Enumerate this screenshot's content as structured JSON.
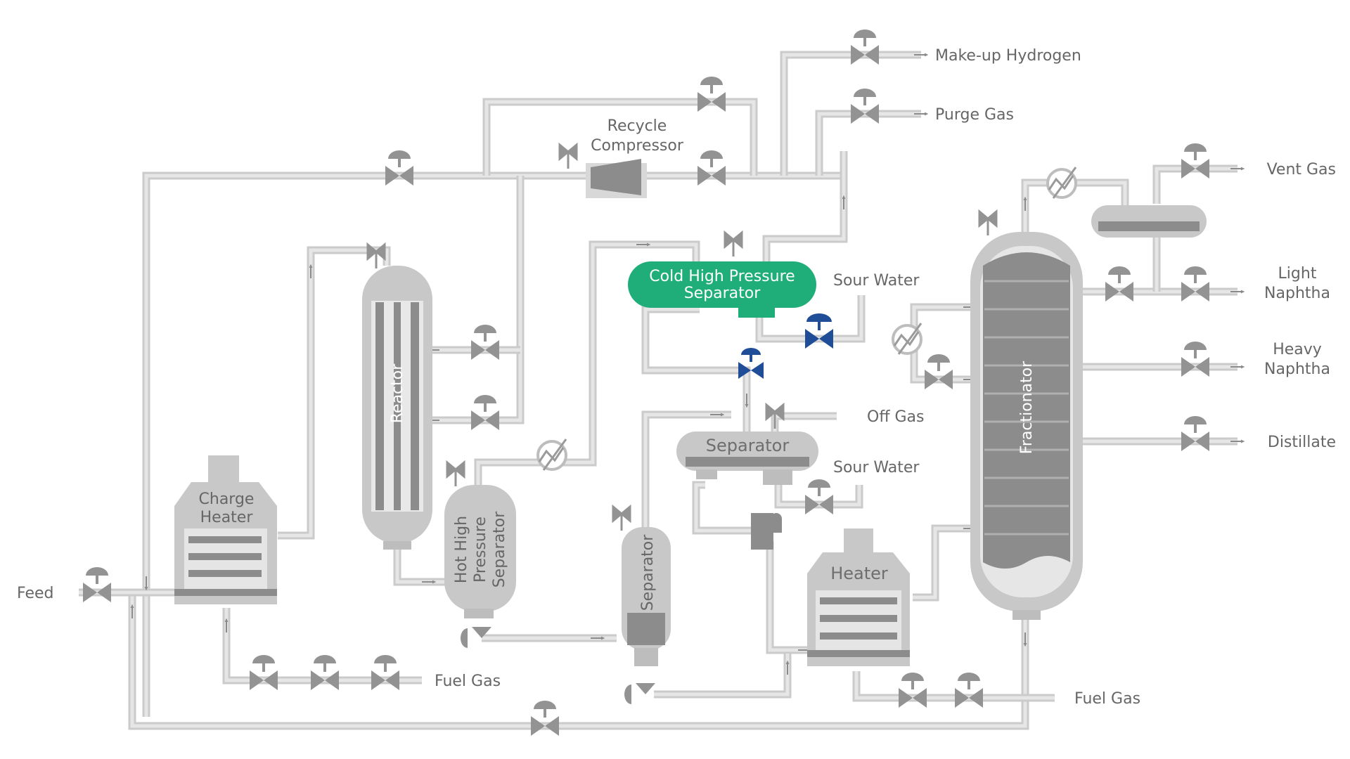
{
  "labels": {
    "makeup_hydrogen": "Make-up Hydrogen",
    "purge_gas": "Purge Gas",
    "recycle_compressor_1": "Recycle",
    "recycle_compressor_2": "Compressor",
    "vent_gas": "Vent Gas",
    "light_naphtha_1": "Light",
    "light_naphtha_2": "Naphtha",
    "heavy_naphtha_1": "Heavy",
    "heavy_naphtha_2": "Naphtha",
    "distillate": "Distillate",
    "sour_water_1": "Sour Water",
    "sour_water_2": "Sour Water",
    "off_gas": "Off Gas",
    "cold_hp_separator_1": "Cold High Pressure",
    "cold_hp_separator_2": "Separator",
    "separator_horizontal": "Separator",
    "separator_vertical": "Separator",
    "reactor": "Reactor",
    "hot_hp_separator_1": "Hot High",
    "hot_hp_separator_2": "Pressure",
    "hot_hp_separator_3": "Separator",
    "charge_heater_1": "Charge",
    "charge_heater_2": "Heater",
    "heater": "Heater",
    "fractionator": "Fractionator",
    "feed": "Feed",
    "fuel_gas_1": "Fuel Gas",
    "fuel_gas_2": "Fuel Gas"
  },
  "colors": {
    "pipe": "#cbcbcb",
    "equipment": "#c8c8c8",
    "equipment_core": "#8c8c8c",
    "valve": "#939393",
    "highlight_green": "#1fae7a",
    "control_valve_blue": "#1f4d97",
    "text": "#666666"
  }
}
